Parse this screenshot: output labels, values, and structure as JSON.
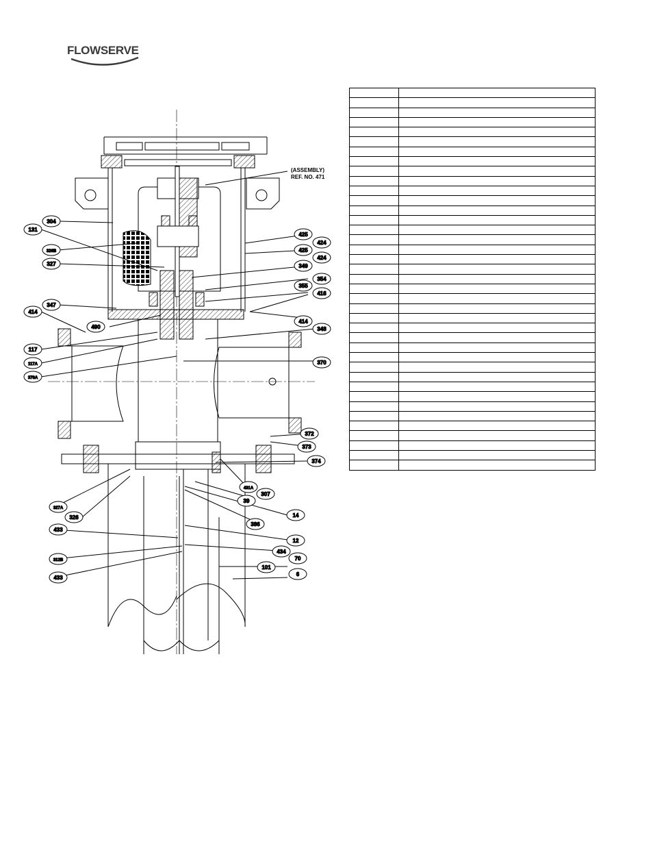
{
  "brand": {
    "name": "FLOWSERVE"
  },
  "assembly_note": {
    "line1": "(ASSEMBLY)",
    "line2": "REF. NO. 471"
  },
  "callouts": [
    "131",
    "304",
    "326B",
    "327",
    "347",
    "414",
    "490",
    "117",
    "117A",
    "370A",
    "425",
    "424",
    "425",
    "424",
    "349",
    "354",
    "355",
    "416",
    "414",
    "348",
    "370",
    "372",
    "373",
    "374",
    "431A",
    "307",
    "39",
    "14",
    "386",
    "12",
    "434",
    "70",
    "101",
    "6",
    "327A",
    "326",
    "433",
    "312B",
    "433"
  ],
  "parts_table": {
    "rows": 39,
    "columns": 2
  }
}
